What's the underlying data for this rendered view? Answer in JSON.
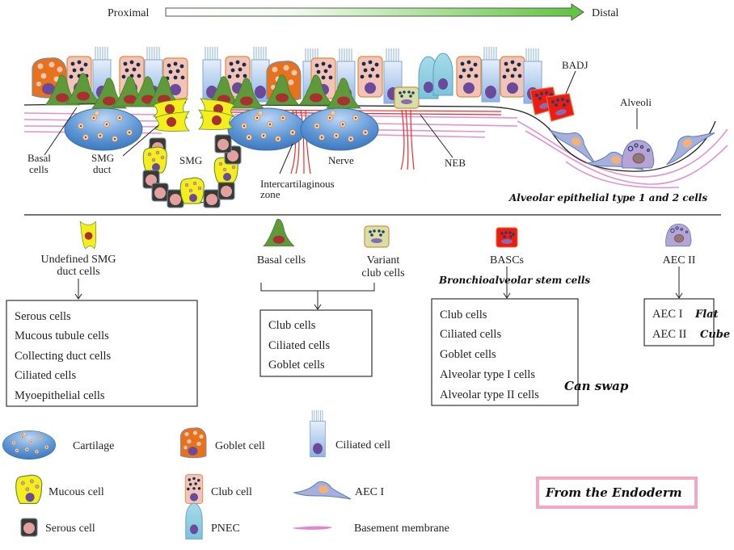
{
  "gradient_axis": {
    "start_label": "Proximal",
    "end_label": "Distal",
    "start_color": "#ffffff",
    "end_color": "#5cc43b"
  },
  "airway_diagram": {
    "labels": {
      "basal_cells": [
        "Basal",
        "cells"
      ],
      "smg_duct": [
        "SMG",
        "duct"
      ],
      "smg": "SMG",
      "intercartilaginous_zone": [
        "Intercartilaginous",
        "zone"
      ],
      "nerve": "Nerve",
      "neb": "NEB",
      "badj": "BADJ",
      "alveoli": "Alveoli"
    },
    "annotation": "Alveolar epithelial type 1 and 2 cells"
  },
  "lineages": [
    {
      "id": "smg-duct",
      "sources": [
        "Undefined SMG",
        "duct cells"
      ],
      "products": [
        "Serous cells",
        "Mucous tubule cells",
        "Collecting duct cells",
        "Ciliated cells",
        "Myoepithelial cells"
      ]
    },
    {
      "id": "basal-variant-club",
      "sources": [
        "Basal cells",
        "Variant",
        "club cells"
      ],
      "products": [
        "Club cells",
        "Ciliated cells",
        "Goblet cells"
      ]
    },
    {
      "id": "basc",
      "sources": [
        "BASCs"
      ],
      "annotation": "Bronchioalveolar stem cells",
      "products": [
        "Club cells",
        "Ciliated cells",
        "Goblet cells",
        "Alveolar type I cells",
        "Alveolar type II cells"
      ],
      "side_note": "Can swap"
    },
    {
      "id": "aec2",
      "sources": [
        "AEC II"
      ],
      "products": [
        "AEC I",
        "AEC II"
      ],
      "product_notes": [
        "Flat",
        "Cube"
      ]
    }
  ],
  "legend": [
    {
      "icon": "cartilage-icon",
      "label": "Cartilage"
    },
    {
      "icon": "goblet-cell-icon",
      "label": "Goblet cell"
    },
    {
      "icon": "ciliated-cell-icon",
      "label": "Ciliated cell"
    },
    {
      "icon": "mucous-cell-icon",
      "label": "Mucous cell"
    },
    {
      "icon": "club-cell-icon",
      "label": "Club cell"
    },
    {
      "icon": "aec1-icon",
      "label": "AEC I"
    },
    {
      "icon": "serous-cell-icon",
      "label": "Serous cell"
    },
    {
      "icon": "pnec-icon",
      "label": "PNEC"
    },
    {
      "icon": "basement-membrane-icon",
      "label": "Basement membrane"
    }
  ],
  "note_box": {
    "text": "From the Endoderm",
    "border_color": "#f4a6c4"
  },
  "colors": {
    "cartilage": "#4a86c8",
    "goblet": "#e8721c",
    "club": "#f2c4b8",
    "ciliated": "#a9c9ec",
    "basal": "#5f9a3a",
    "mucous": "#f4ef1c",
    "serous": "#3a3a32",
    "pnec": "#8fd0e0",
    "basc": "#ee1c10",
    "aec2": "#b3a6d6",
    "nerve": "#ee2a2a",
    "membrane": "#e186cc"
  }
}
